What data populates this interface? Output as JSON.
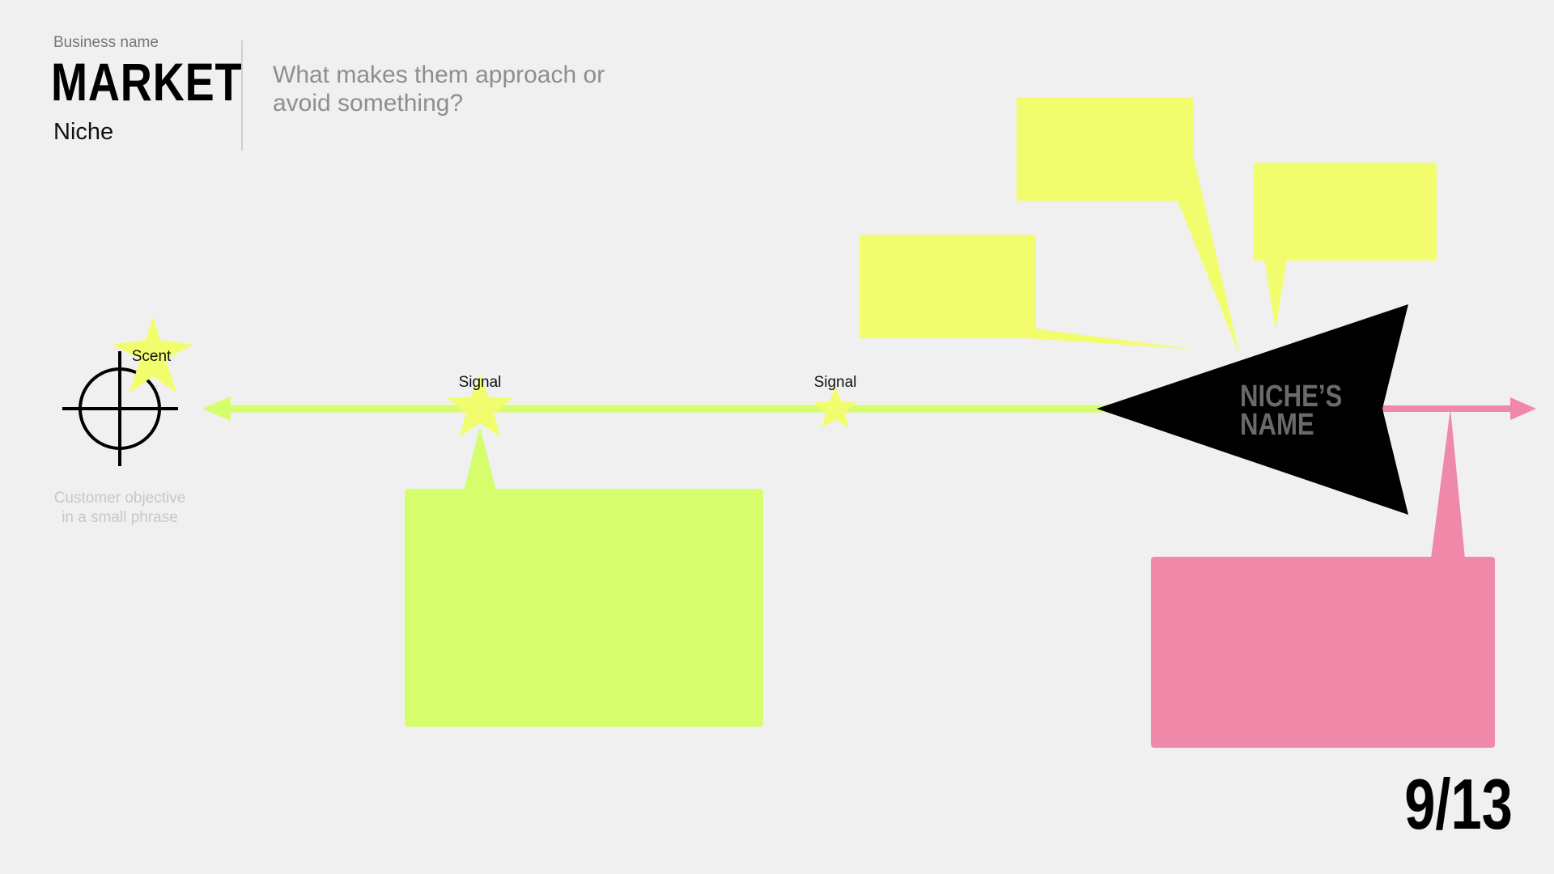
{
  "header": {
    "business_name": "Business name",
    "title": "MARKET",
    "subtitle": "Niche",
    "question": "What makes them approach or avoid something?"
  },
  "diagram": {
    "scent_label": "Scent",
    "signals": [
      {
        "label": "Signal"
      },
      {
        "label": "Signal"
      }
    ],
    "niche_name_line1": "NICHE’S",
    "niche_name_line2": "NAME",
    "objective_line1": "Customer objective",
    "objective_line2": "in a small phrase"
  },
  "page": {
    "number": "9/13"
  },
  "colors": {
    "background": "#f0f0f0",
    "lime": "#d6fd6b",
    "yellow": "#f2fd6e",
    "pink": "#f088aa",
    "arrow_head": "#000000",
    "niche_text": "#6a6a6a"
  },
  "icons": {
    "target": "crosshair-icon",
    "star": "star-icon"
  }
}
